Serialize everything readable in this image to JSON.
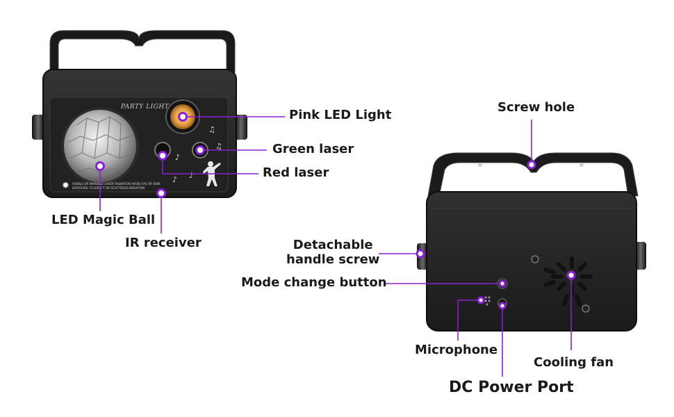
{
  "front_device": {
    "brand_text": "PARTY LIGHT",
    "warning_lines": [
      "VISIBLE OR INVISIBLE LASER RADIATION AVOID EYE OR SKIN",
      "EXPOSURE TO DIRECT OR SCATTERED RADIATION"
    ]
  },
  "labels": {
    "pink_led_light": "Pink LED Light",
    "green_laser": "Green laser",
    "red_laser": "Red laser",
    "led_magic_ball": "LED Magic Ball",
    "ir_receiver": "IR receiver",
    "screw_hole": "Screw hole",
    "detachable_handle_screw": "Detachable\nhandle screw",
    "mode_change_button": "Mode change button",
    "microphone": "Microphone",
    "cooling_fan": "Cooling fan",
    "dc_power_port": "DC Power Port"
  },
  "colors": {
    "callout": "#8a1fd6",
    "device_body": "#262626",
    "handle": "#1c1c1c",
    "led_glow": "#f2b35a"
  }
}
